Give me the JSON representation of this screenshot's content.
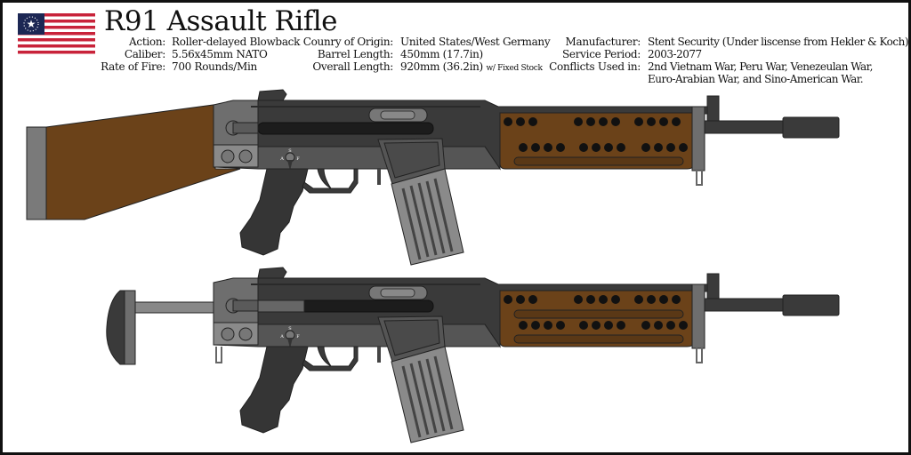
{
  "title": "R91 Assault Rifle",
  "flag_icon": "american-flag-alternate",
  "colors": {
    "wood": "#6b4219",
    "receiver": "#3a3a3a",
    "metal_gray": "#6e6e6e",
    "magazine": "#8a8a8a",
    "flag_red": "#c8233a",
    "flag_blue": "#1c2754"
  },
  "specs": {
    "col1": [
      {
        "label": "Action:",
        "value": "Roller-delayed Blowback"
      },
      {
        "label": "Caliber:",
        "value": "5.56x45mm NATO"
      },
      {
        "label": "Rate of Fire:",
        "value": "700 Rounds/Min"
      }
    ],
    "col2": [
      {
        "label": "Counry of Origin:",
        "value": "United States/West Germany"
      },
      {
        "label": "Barrel Length:",
        "value": "450mm (17.7in)"
      },
      {
        "label": "Overall Length:",
        "value": "920mm (36.2in)",
        "note": "w/ Fixed Stock"
      }
    ],
    "col3": [
      {
        "label": "Manufacturer:",
        "value": "Stent Security (Under liscense from Hekler & Koch)"
      },
      {
        "label": "Service Period:",
        "value": "2003-2077"
      },
      {
        "label": "Conflicts Used in:",
        "value": "2nd Vietnam War, Peru War, Venezeulan War,",
        "value2": "Euro-Arabian War, and Sino-American War."
      }
    ]
  },
  "selector": {
    "safe": "S",
    "auto": "A",
    "fire": "F"
  },
  "variants": [
    "fixed-stock",
    "collapsible-stock"
  ]
}
